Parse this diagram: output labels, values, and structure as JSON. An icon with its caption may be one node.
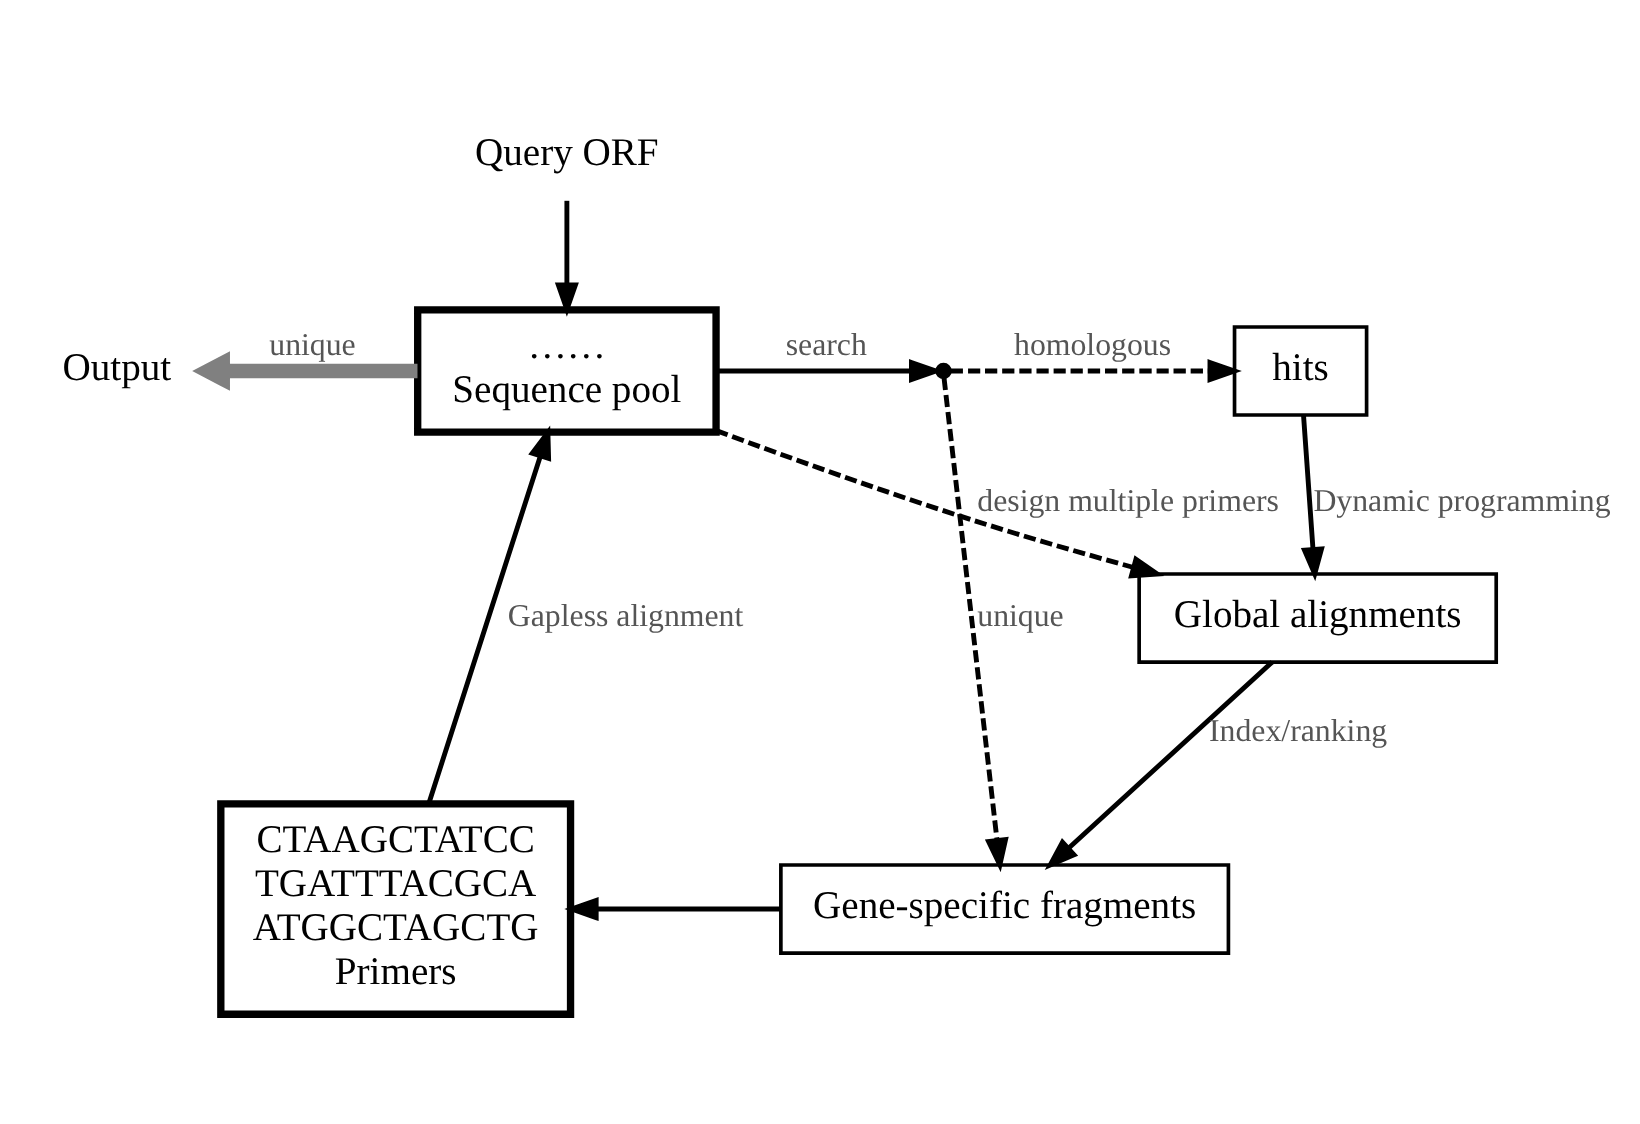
{
  "diagram": {
    "nodes": [
      {
        "text": [
          "Query ORF"
        ]
      },
      {
        "text": [
          "……",
          "Sequence pool"
        ]
      },
      {
        "text": [],
        "shape": "point"
      },
      {
        "text": [
          "hits"
        ]
      },
      {
        "text": [
          "Global alignments"
        ]
      },
      {
        "text": [
          "Gene-specific fragments"
        ]
      },
      {
        "text": [
          "CTAAGCTATCC",
          "TGATTTACGCA",
          "ATGGCTAGCTG",
          "Primers"
        ]
      },
      {
        "text": [
          "Output"
        ]
      }
    ],
    "edges": [
      {
        "from": 0,
        "to": 1,
        "arrow": "to"
      },
      {
        "from": 1,
        "to": 2,
        "arrow": "to",
        "label": "search"
      },
      {
        "from": 2,
        "to": 3,
        "arrow": "to",
        "label": "homologous",
        "style": "dashed"
      },
      {
        "from": 2,
        "to": 5,
        "arrow": "to",
        "label": "unique",
        "style": "dashed"
      },
      {
        "from": 3,
        "to": 4,
        "arrow": "to",
        "label": "Dynamic programming"
      },
      {
        "from": 4,
        "to": 5,
        "arrow": "to",
        "label": "Index/ranking"
      },
      {
        "from": 5,
        "to": 6,
        "arrow": "to"
      },
      {
        "from": 6,
        "to": 1,
        "arrow": "to",
        "label": "Gapless alignment"
      },
      {
        "from": 1,
        "to": 7,
        "arrow": "to",
        "label": "unique",
        "style": "thick",
        "color": "#808080"
      },
      {
        "from": 1,
        "to": 4,
        "arrow": "to",
        "label": "design multiple primers",
        "style": "dashed"
      }
    ]
  }
}
